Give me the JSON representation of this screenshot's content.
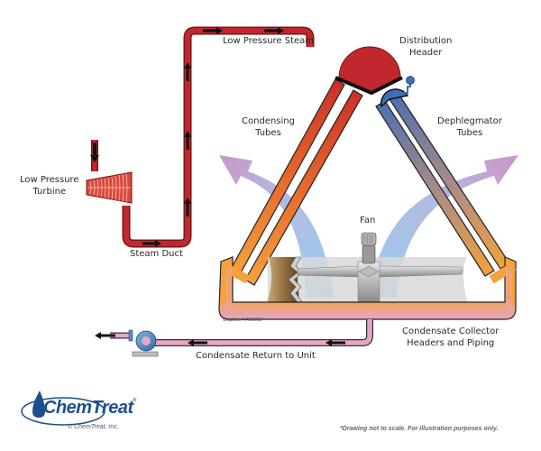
{
  "title": "Air-Cooled Condenser Diagram",
  "labels": {
    "low_pressure_steam": "Low Pressure Steam",
    "distribution_header": [
      "Distribution",
      "Header"
    ],
    "condensing_tubes": [
      "Condensing",
      "Tubes"
    ],
    "dephlegmator_tubes": [
      "Dephlegmator",
      "Tubes"
    ],
    "low_pressure_turbine": [
      "Low Pressure",
      "Turbine"
    ],
    "steam_duct": "Steam Duct",
    "fan": "Fan",
    "condensate_collector": [
      "Condensate Collector",
      "Headers and Piping"
    ],
    "condensate_return": "Condensate Return to Unit",
    "graphics_id": "Graphics # AN1813"
  },
  "footer": {
    "brand": "ChemTreat",
    "registered_mark": "®",
    "copyright": "© ChemTreat, Inc.",
    "disclaimer": "*Drawing not to scale. For illustration purposes only."
  },
  "colors": {
    "steam_red": "#c0282d",
    "steam_dark": "#8c1a1e",
    "orange": "#f4a23c",
    "pink": "#e7a6c7",
    "blue_header": "#3f6fb3",
    "air_blue": "#8fc3e8",
    "air_purple": "#b58bc7",
    "brand_blue": "#1d4f8c"
  },
  "icons": {
    "flow_arrow": "arrow-icon",
    "turbine": "turbine-icon",
    "pump": "pump-icon",
    "fan": "fan-icon",
    "logo_drop": "water-drop-icon"
  }
}
